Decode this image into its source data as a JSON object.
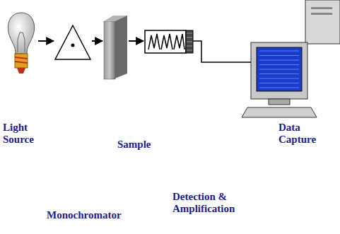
{
  "diagram": {
    "nodes": [
      {
        "text": [
          "Light Source"
        ]
      },
      {
        "text": [
          "Monochromator"
        ]
      },
      {
        "text": [
          "Sample"
        ]
      },
      {
        "text": [
          "Detection & Amplification"
        ]
      },
      {
        "text": [
          "Data Capture"
        ]
      }
    ],
    "edges": [
      {
        "from": 0,
        "to": 1,
        "arrow": "to"
      },
      {
        "from": 1,
        "to": 2,
        "arrow": "to"
      },
      {
        "from": 2,
        "to": 3,
        "arrow": "to"
      },
      {
        "from": 3,
        "to": 4,
        "arrow": "none"
      }
    ]
  }
}
